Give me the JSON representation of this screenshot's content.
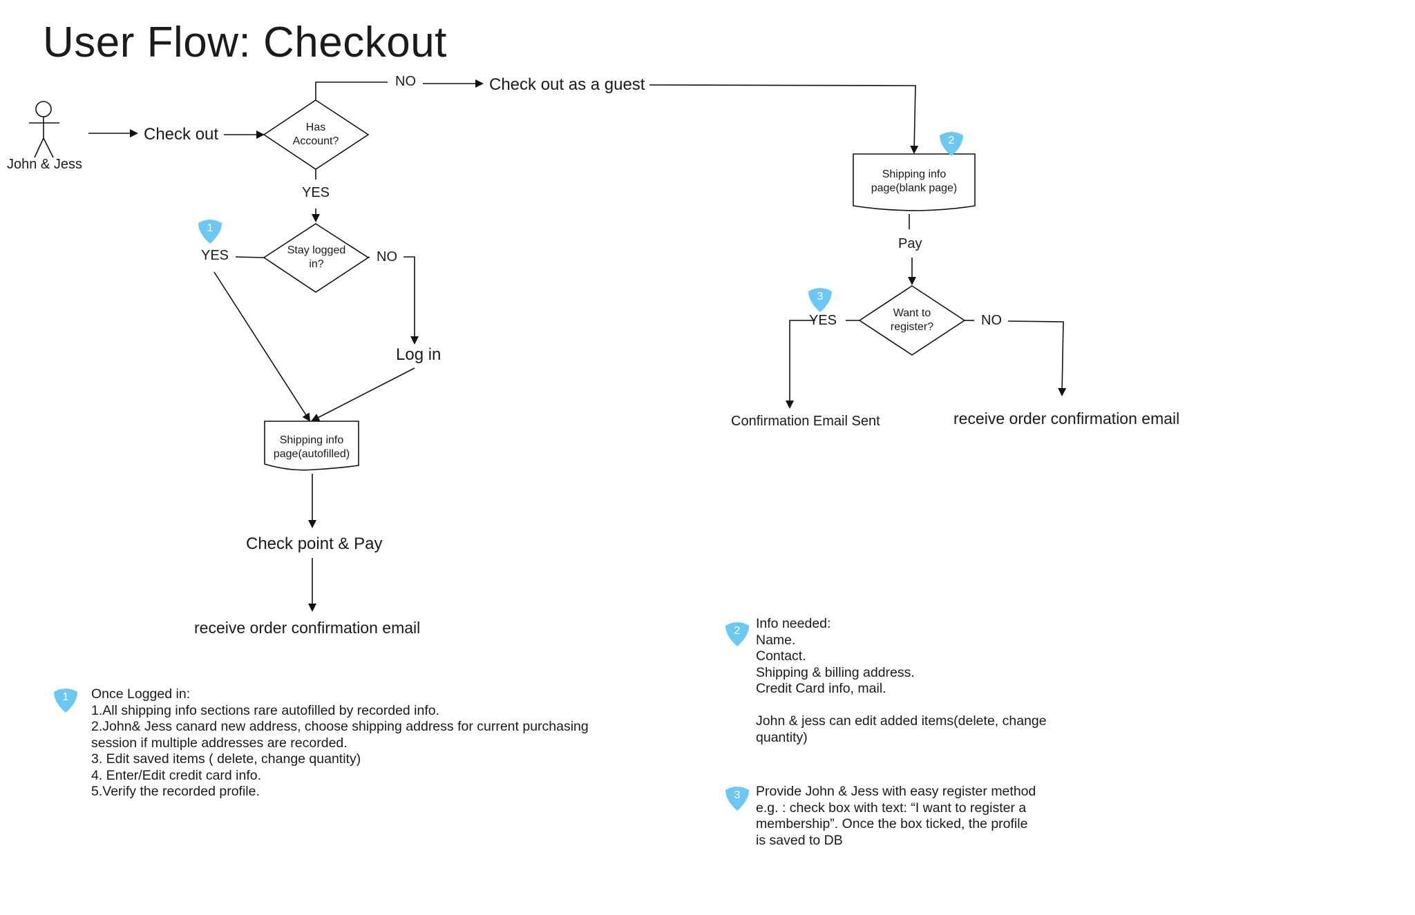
{
  "title": "User Flow: Checkout",
  "actor": {
    "label": "John & Jess"
  },
  "nodes": {
    "check_out": "Check out",
    "has_account": [
      "Has",
      "Account?"
    ],
    "no_top": "NO",
    "guest": "Check out as a guest",
    "yes_mid": "YES",
    "stay_logged": [
      "Stay logged",
      "in?"
    ],
    "yes_left": "YES",
    "no_right": "NO",
    "log_in": "Log in",
    "shipping_autofilled": [
      "Shipping info",
      "page(autofilled)"
    ],
    "check_point_pay": "Check point & Pay",
    "receive_left": "receive order confirmation email",
    "shipping_blank": [
      "Shipping info",
      "page(blank page)"
    ],
    "pay": "Pay",
    "want_register": [
      "Want to",
      "register?"
    ],
    "yes_reg": "YES",
    "no_reg": "NO",
    "confirmation_sent": "Confirmation Email Sent",
    "receive_right": "receive order confirmation email"
  },
  "badges": {
    "b1": "1",
    "b2": "2",
    "b3": "3"
  },
  "notes": {
    "note1": [
      "Once Logged in:",
      "1.All shipping info sections rare autofilled by recorded info.",
      "2.John& Jess canard new address, choose shipping address for current purchasing",
      "session if multiple addresses are recorded.",
      "3. Edit saved items ( delete, change quantity)",
      "4. Enter/Edit credit card info.",
      "5.Verify the recorded profile."
    ],
    "note2": [
      "Info needed:",
      "Name.",
      "Contact.",
      "Shipping & billing address.",
      "Credit Card info, mail.",
      "",
      "John & jess can edit added items(delete, change",
      "quantity)"
    ],
    "note3": [
      "Provide John & Jess with easy register method",
      "e.g. : check box with text: “I want to register  a",
      "membership”. Once the box ticked, the profile",
      "is saved to DB"
    ]
  },
  "colors": {
    "badge": "#6cc7f2",
    "line": "#111111"
  }
}
